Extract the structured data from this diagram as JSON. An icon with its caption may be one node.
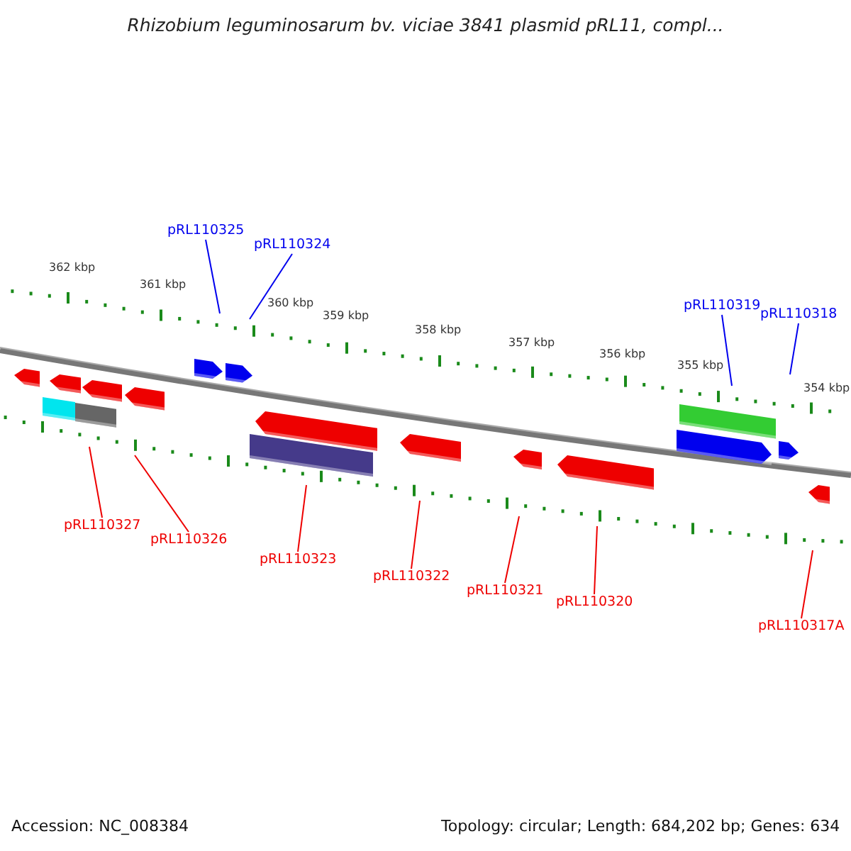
{
  "diagram": {
    "title": "Rhizobium leguminosarum bv. viciae 3841 plasmid pRL11, compl...",
    "nodes": [
      {
        "text": [
          "pRL110325"
        ]
      },
      {
        "text": [
          "pRL110324"
        ]
      },
      {
        "text": [
          "pRL110319"
        ]
      },
      {
        "text": [
          "pRL110318"
        ]
      },
      {
        "text": [
          "pRL110327"
        ]
      },
      {
        "text": [
          "pRL110326"
        ]
      },
      {
        "text": [
          "pRL110323"
        ]
      },
      {
        "text": [
          "pRL110322"
        ]
      },
      {
        "text": [
          "pRL110321"
        ]
      },
      {
        "text": [
          "pRL110320"
        ]
      },
      {
        "text": [
          "pRL110317A"
        ]
      }
    ],
    "edges": [
      {
        "from": 0,
        "to": null,
        "arrow": "none",
        "color": "#0000ee"
      },
      {
        "from": 1,
        "to": null,
        "arrow": "none",
        "color": "#0000ee"
      },
      {
        "from": 2,
        "to": null,
        "arrow": "none",
        "color": "#0000ee"
      },
      {
        "from": 3,
        "to": null,
        "arrow": "none",
        "color": "#0000ee"
      },
      {
        "from": 4,
        "to": null,
        "arrow": "none"
      },
      {
        "from": 5,
        "to": null,
        "arrow": "none"
      },
      {
        "from": 6,
        "to": null,
        "arrow": "none"
      },
      {
        "from": 7,
        "to": null,
        "arrow": "none"
      },
      {
        "from": 8,
        "to": null,
        "arrow": "none"
      },
      {
        "from": 9,
        "to": null,
        "arrow": "none"
      },
      {
        "from": 10,
        "to": null,
        "arrow": "none"
      }
    ],
    "labels": [
      "362 kbp",
      "361 kbp",
      "360 kbp",
      "359 kbp",
      "358 kbp",
      "357 kbp",
      "356 kbp",
      "355 kbp",
      "354 kbp",
      "Accession: NC_008384",
      "Topology: circular; Length: 684,202 bp; Genes: 634"
    ]
  }
}
